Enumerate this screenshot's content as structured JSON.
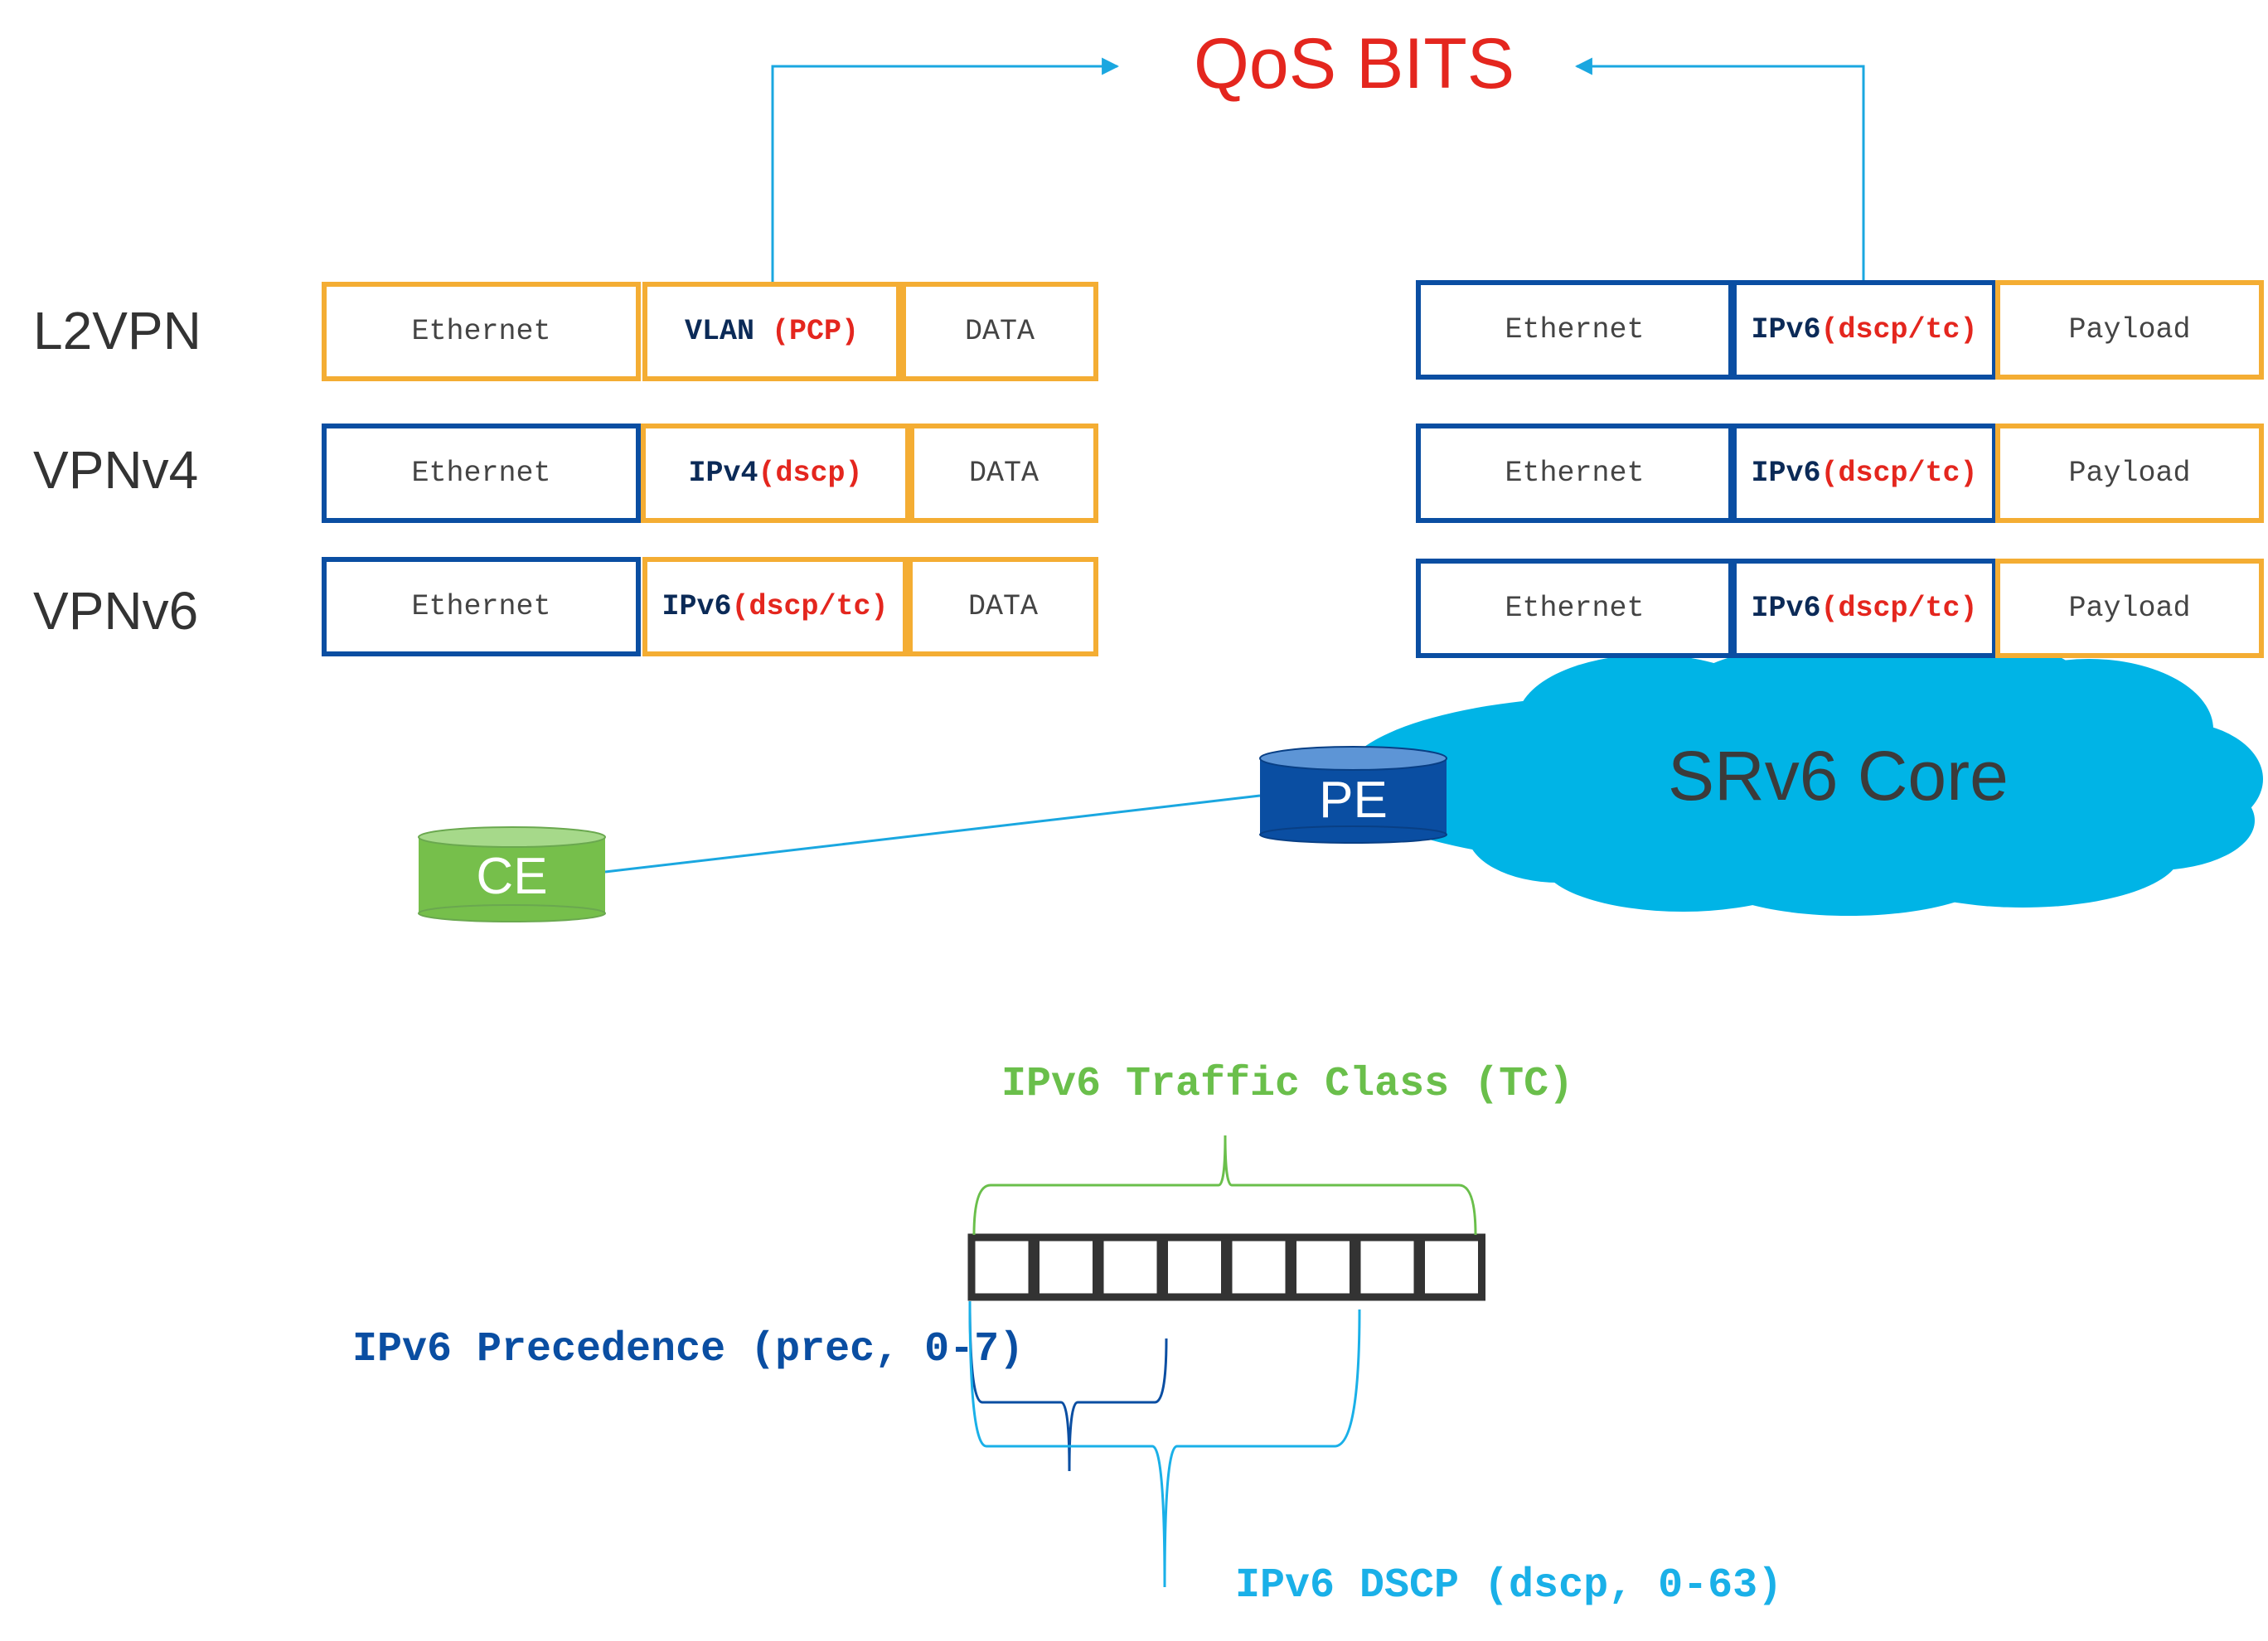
{
  "title": "QoS BITS",
  "row_labels": [
    "L2VPN",
    "VPNv4",
    "VPNv6"
  ],
  "left_rows": [
    [
      {
        "text": "Ethernet",
        "border": "orange"
      },
      {
        "main": "VLAN",
        "qos": "(PCP)",
        "border": "orange"
      },
      {
        "text": "DATA",
        "border": "orange"
      }
    ],
    [
      {
        "text": "Ethernet",
        "border": "blue"
      },
      {
        "main": "IPv4",
        "qos": "(dscp)",
        "border": "orange"
      },
      {
        "text": "DATA",
        "border": "orange"
      }
    ],
    [
      {
        "text": "Ethernet",
        "border": "blue"
      },
      {
        "main": "IPv6",
        "qos": "(dscp/tc)",
        "border": "orange"
      },
      {
        "text": "DATA",
        "border": "orange"
      }
    ]
  ],
  "right_rows": [
    [
      {
        "text": "Ethernet",
        "border": "blue"
      },
      {
        "main": "IPv6",
        "qos": "(dscp/tc)",
        "border": "blue"
      },
      {
        "text": "Payload",
        "border": "orange"
      }
    ],
    [
      {
        "text": "Ethernet",
        "border": "blue"
      },
      {
        "main": "IPv6",
        "qos": "(dscp/tc)",
        "border": "blue"
      },
      {
        "text": "Payload",
        "border": "orange"
      }
    ],
    [
      {
        "text": "Ethernet",
        "border": "blue"
      },
      {
        "main": "IPv6",
        "qos": "(dscp/tc)",
        "border": "blue"
      },
      {
        "text": "Payload",
        "border": "orange"
      }
    ]
  ],
  "devices": {
    "ce": "CE",
    "pe": "PE"
  },
  "core": "SRv6 Core",
  "bit_field": {
    "bit_count": 8,
    "traffic_class_label": "IPv6 Traffic Class (TC)",
    "precedence_label": "IPv6 Precedence (prec, 0-7)",
    "dscp_label": "IPv6 DSCP (dscp, 0-63)"
  },
  "colors": {
    "title_red": "#e4261e",
    "orange_border": "#f4ad33",
    "blue_border": "#0a4ea2",
    "arrow_cyan": "#1aa7e0",
    "ce_green": "#76bf4b",
    "pe_blue": "#0a4ea2",
    "cloud_cyan": "#00b4e6",
    "tc_green": "#6abf4b",
    "prec_blue": "#0a4ea2",
    "dscp_cyan": "#1ab0e8"
  }
}
